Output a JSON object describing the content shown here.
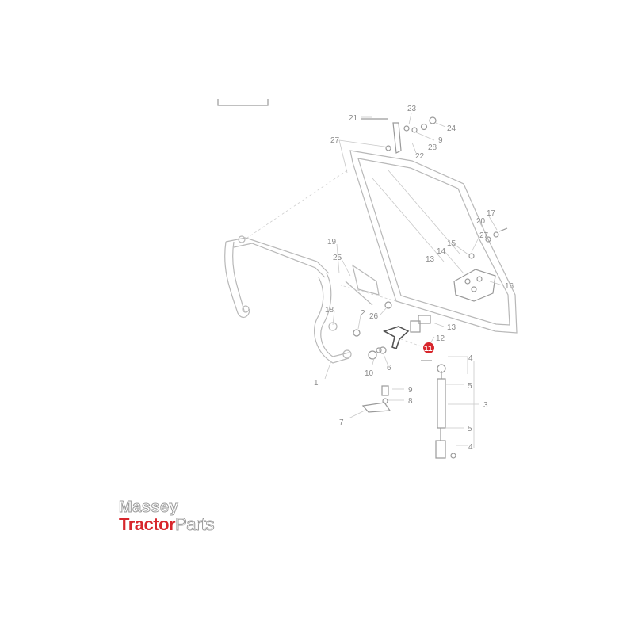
{
  "diagram": {
    "highlight_color": "#d7262c",
    "line_color": "#b8b8b8",
    "callouts": {
      "c21": "21",
      "c23": "23",
      "c24": "24",
      "c9a": "9",
      "c28": "28",
      "c22": "22",
      "c27a": "27",
      "c20": "20",
      "c17": "17",
      "c27b": "27",
      "c15": "15",
      "c14": "14",
      "c13a": "13",
      "c16": "16",
      "c19": "19",
      "c25": "25",
      "c18": "18",
      "c2": "2",
      "c26": "26",
      "c13b": "13",
      "c12": "12",
      "c11": "11",
      "c4a": "4",
      "c10": "10",
      "c6": "6",
      "c5a": "5",
      "c1": "1",
      "c9b": "9",
      "c8": "8",
      "c3": "3",
      "c7": "7",
      "c5b": "5",
      "c4b": "4"
    }
  },
  "logo": {
    "line1": "Massey",
    "line2a": "Tractor",
    "line2b": "Parts"
  }
}
